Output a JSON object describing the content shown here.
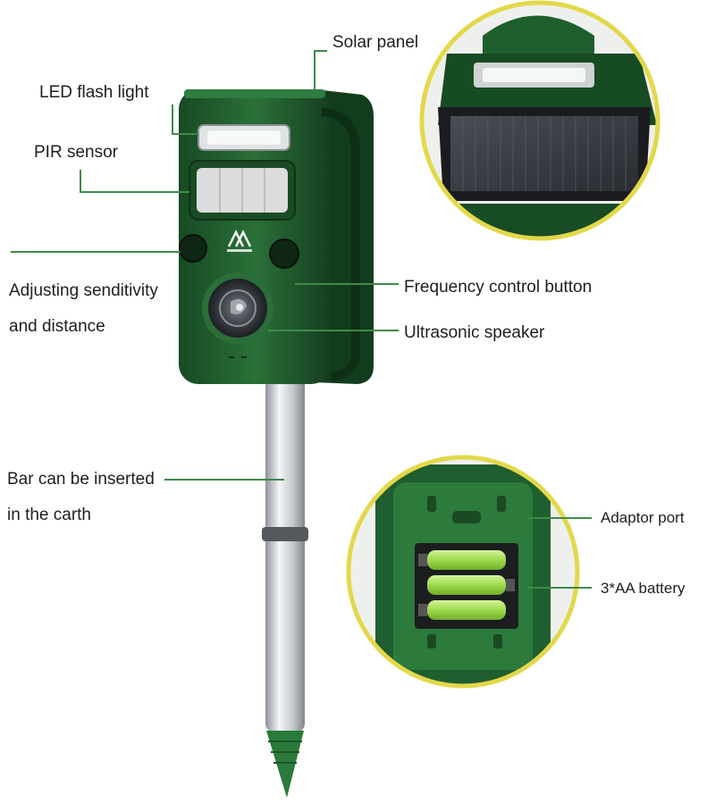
{
  "labels": {
    "solar_panel": "Solar panel",
    "led_flash_light": "LED flash light",
    "pir_sensor": "PIR sensor",
    "adjusting_line1": "Adjusting senditivity",
    "adjusting_line2": "and distance",
    "frequency_button": "Frequency control button",
    "ultrasonic_speaker": "Ultrasonic speaker",
    "bar_line1": "Bar can be inserted",
    "bar_line2": "in the carth",
    "adaptor_port": "Adaptor port",
    "battery": "3*AA battery"
  },
  "colors": {
    "device_green": "#1f5e2e",
    "device_green_light": "#2f7a3f",
    "leader_line": "#3f8a4a",
    "callout_circle": "#e3d84a",
    "battery_green": "#a6e05a",
    "stake_silver": "#c9ced2"
  }
}
